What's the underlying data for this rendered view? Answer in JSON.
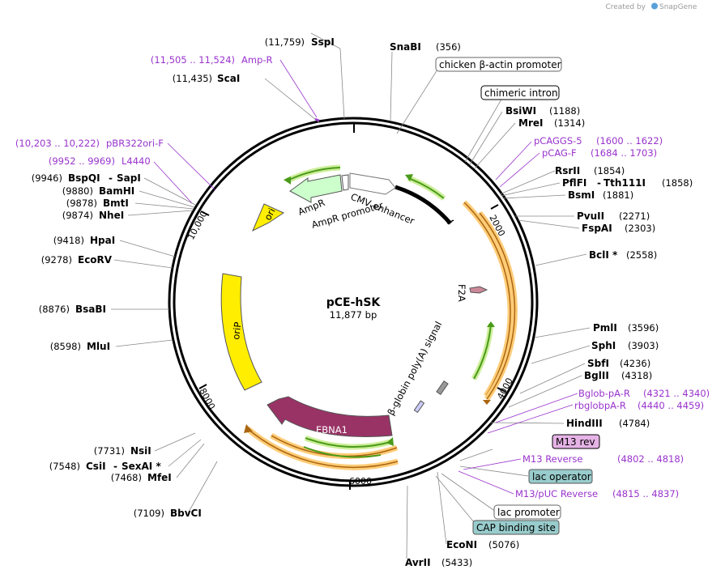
{
  "credit": {
    "prefix": "Created by",
    "brand": "SnapGene"
  },
  "plasmid": {
    "name": "pCE-hSK",
    "length": "11,877 bp"
  },
  "ticks": [
    "2000",
    "4000",
    "6000",
    "8000",
    "10,000"
  ],
  "features": {
    "cmv": "CMV enhancer",
    "ampr": "AmpR",
    "ampr_promoter": "AmpR promoter",
    "ori": "ori",
    "orip": "oriP",
    "ebna1": "EBNA1",
    "f2a": "F2A",
    "bglobin": "β-globin poly(A) signal"
  },
  "boxed": {
    "chicken": "chicken β-actin promoter",
    "chimeric": "chimeric intron",
    "m13rev": "M13 rev",
    "lacop": "lac operator",
    "lacprom": "lac promoter",
    "cap": "CAP binding site"
  },
  "sites": {
    "sspi": {
      "pos": "(11,759)",
      "name": "SspI"
    },
    "snabi": {
      "pos": "(356)",
      "name": "SnaBI"
    },
    "scai": {
      "pos": "(11,435)",
      "name": "ScaI"
    },
    "bsiwi": {
      "pos": "(1188)",
      "name": "BsiWI"
    },
    "mrei": {
      "pos": "(1314)",
      "name": "MreI"
    },
    "rsrii": {
      "pos": "(1854)",
      "name": "RsrII"
    },
    "pflfi": {
      "pos": "(1858)",
      "name": "PflFI",
      "name2": "Tth111I"
    },
    "bsmi": {
      "pos": "(1881)",
      "name": "BsmI"
    },
    "pvuii": {
      "pos": "(2271)",
      "name": "PvuII"
    },
    "fspai": {
      "pos": "(2303)",
      "name": "FspAI"
    },
    "bcli": {
      "pos": "(2558)",
      "name": "BclI *"
    },
    "pmli": {
      "pos": "(3596)",
      "name": "PmlI"
    },
    "sphi": {
      "pos": "(3903)",
      "name": "SphI"
    },
    "sbfi": {
      "pos": "(4236)",
      "name": "SbfI"
    },
    "bglii": {
      "pos": "(4318)",
      "name": "BglII"
    },
    "hindiii": {
      "pos": "(4784)",
      "name": "HindIII"
    },
    "econi": {
      "pos": "(5076)",
      "name": "EcoNI"
    },
    "avrii": {
      "pos": "(5433)",
      "name": "AvrII"
    },
    "bbvci": {
      "pos": "(7109)",
      "name": "BbvCI"
    },
    "mfei": {
      "pos": "(7468)",
      "name": "MfeI"
    },
    "csii": {
      "pos": "(7548)",
      "name": "CsiI",
      "name2": "SexAI *"
    },
    "nsii": {
      "pos": "(7731)",
      "name": "NsiI"
    },
    "mlui": {
      "pos": "(8598)",
      "name": "MluI"
    },
    "bsabi": {
      "pos": "(8876)",
      "name": "BsaBI"
    },
    "ecorv": {
      "pos": "(9278)",
      "name": "EcoRV"
    },
    "hpai": {
      "pos": "(9418)",
      "name": "HpaI"
    },
    "nhei": {
      "pos": "(9874)",
      "name": "NheI"
    },
    "bmti": {
      "pos": "(9878)",
      "name": "BmtI"
    },
    "bamhi": {
      "pos": "(9880)",
      "name": "BamHI"
    },
    "bspqi": {
      "pos": "(9946)",
      "name": "BspQI",
      "name2": "SapI"
    }
  },
  "primers": {
    "ampr_p": {
      "pos": "(11,505 .. 11,524)",
      "name": "Amp-R"
    },
    "pbr": {
      "pos": "(10,203 .. 10,222)",
      "name": "pBR322ori-F"
    },
    "l4440": {
      "pos": "(9952 .. 9969)",
      "name": "L4440"
    },
    "pcaggs": {
      "name": "pCAGGS-5",
      "pos": "(1600 .. 1622)"
    },
    "pcagf": {
      "name": "pCAG-F",
      "pos": "(1684 .. 1703)"
    },
    "bglob": {
      "name": "Bglob-pA-R",
      "pos": "(4321 .. 4340)"
    },
    "rbglob": {
      "name": "rbglobpA-R",
      "pos": "(4440 .. 4459)"
    },
    "m13reverse": {
      "name": "M13 Reverse",
      "pos": "(4802 .. 4818)"
    },
    "m13puc": {
      "name": "M13/pUC Reverse",
      "pos": "(4815 .. 4837)"
    }
  },
  "colors": {
    "ampr": "#ccffcc",
    "ori": "#ffee00",
    "orip": "#ffee00",
    "ebna1": "#993366",
    "orf": "#ffaa33",
    "orf_green": "#55aa22",
    "primer": "#9933cc",
    "lacop_box": "#99cccc",
    "m13rev_box": "#e6b3e6",
    "cap_box": "#99cccc"
  }
}
